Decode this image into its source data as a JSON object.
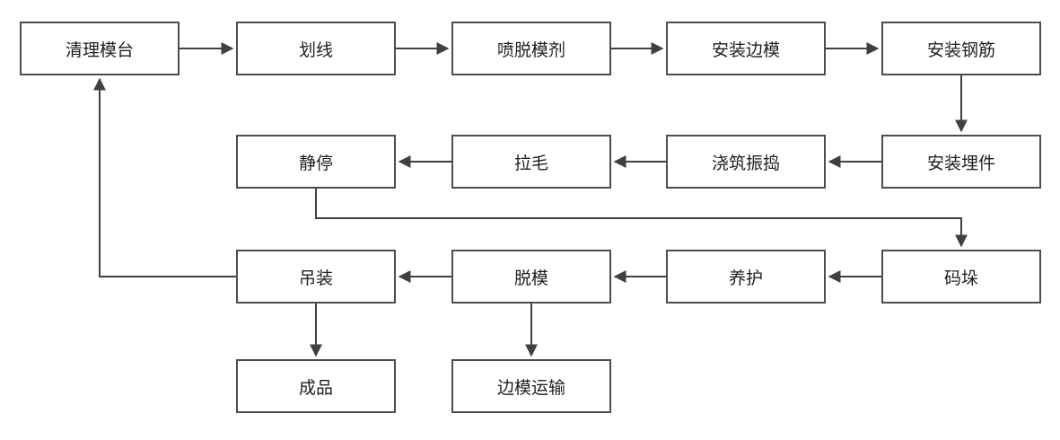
{
  "diagram": {
    "type": "flowchart",
    "description": "Precast concrete component production process flow",
    "colors": {
      "background": "#ffffff",
      "node_fill": "#ffffff",
      "node_border": "#4d4d4d",
      "edge_stroke": "#404040",
      "text": "#1f1f1f"
    },
    "nodes": [
      {
        "id": "clean-mold-table",
        "label": "清理模台"
      },
      {
        "id": "marking",
        "label": "划线"
      },
      {
        "id": "spray-release-agent",
        "label": "喷脱模剂"
      },
      {
        "id": "install-side-forms",
        "label": "安装边模"
      },
      {
        "id": "install-rebar",
        "label": "安装钢筋"
      },
      {
        "id": "install-embeds",
        "label": "安装埋件"
      },
      {
        "id": "pour-and-vibrate",
        "label": "浇筑振捣"
      },
      {
        "id": "roughening",
        "label": "拉毛"
      },
      {
        "id": "static-rest",
        "label": "静停"
      },
      {
        "id": "stacking",
        "label": "码垛"
      },
      {
        "id": "curing",
        "label": "养护"
      },
      {
        "id": "demolding",
        "label": "脱模"
      },
      {
        "id": "hoisting",
        "label": "吊装"
      },
      {
        "id": "finished-product",
        "label": "成品"
      },
      {
        "id": "side-form-transport",
        "label": "边模运输"
      }
    ],
    "edges": [
      {
        "from": "清理模台",
        "to": "划线"
      },
      {
        "from": "划线",
        "to": "喷脱模剂"
      },
      {
        "from": "喷脱模剂",
        "to": "安装边模"
      },
      {
        "from": "安装边模",
        "to": "安装钢筋"
      },
      {
        "from": "安装钢筋",
        "to": "安装埋件"
      },
      {
        "from": "安装埋件",
        "to": "浇筑振捣"
      },
      {
        "from": "浇筑振捣",
        "to": "拉毛"
      },
      {
        "from": "拉毛",
        "to": "静停"
      },
      {
        "from": "静停",
        "to": "码垛"
      },
      {
        "from": "码垛",
        "to": "养护"
      },
      {
        "from": "养护",
        "to": "脱模"
      },
      {
        "from": "脱模",
        "to": "吊装"
      },
      {
        "from": "吊装",
        "to": "清理模台"
      },
      {
        "from": "吊装",
        "to": "成品"
      },
      {
        "from": "脱模",
        "to": "边模运输"
      }
    ]
  }
}
